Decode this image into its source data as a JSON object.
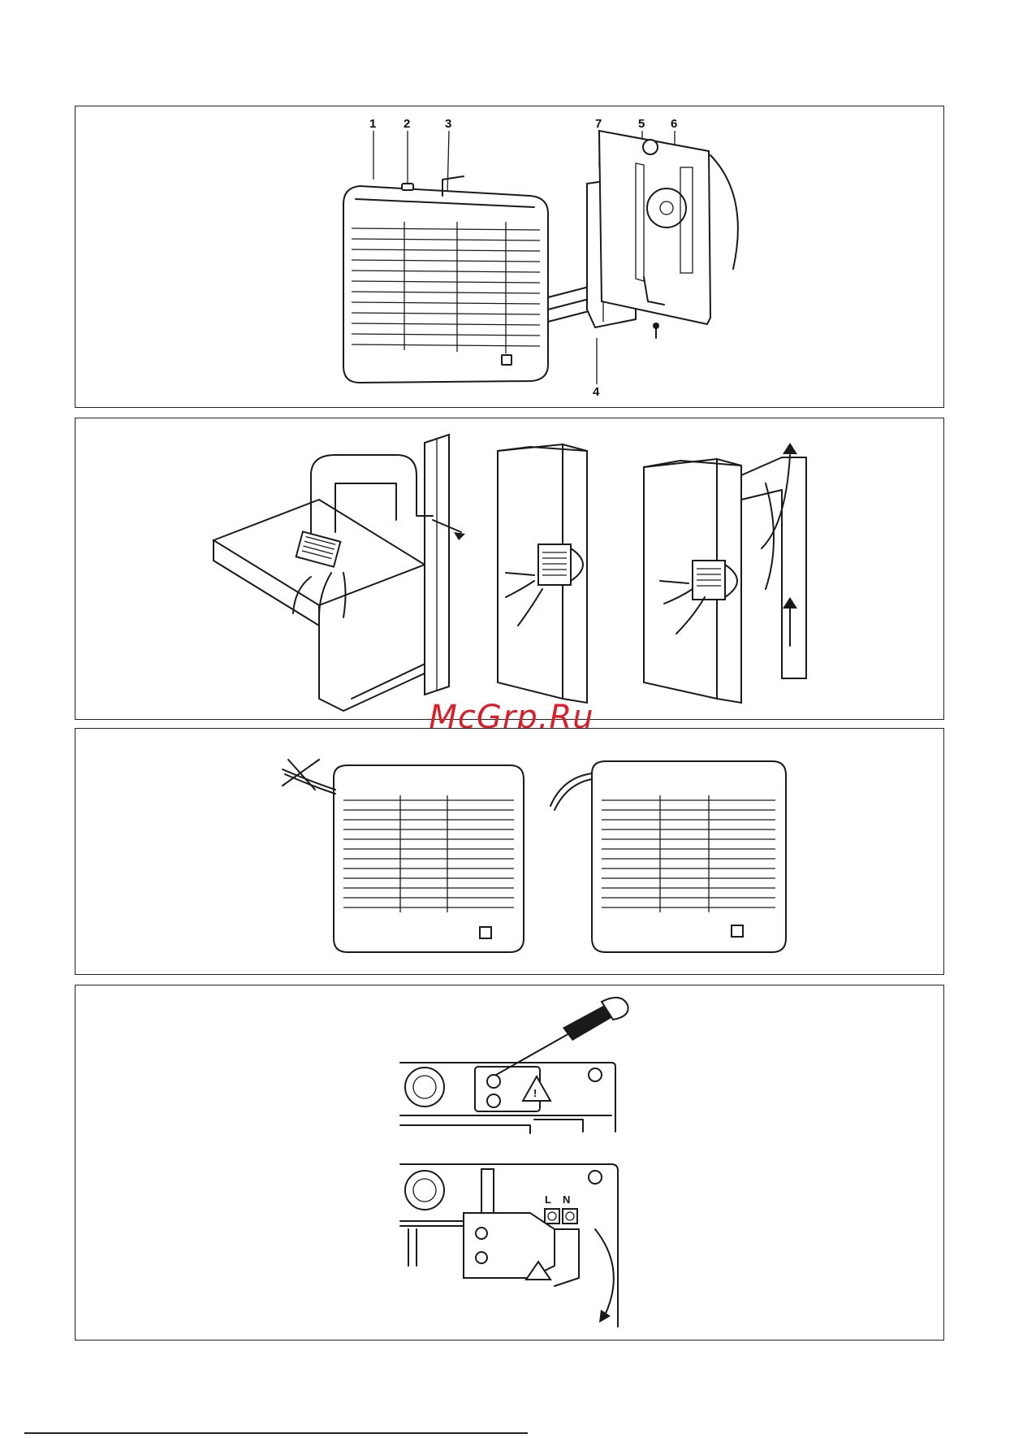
{
  "figure1": {
    "callouts": [
      "1",
      "2",
      "3",
      "7",
      "5",
      "6",
      "4"
    ]
  },
  "figure4": {
    "terminal_live": "L",
    "terminal_neutral": "N"
  },
  "watermark": "McGrp.Ru"
}
